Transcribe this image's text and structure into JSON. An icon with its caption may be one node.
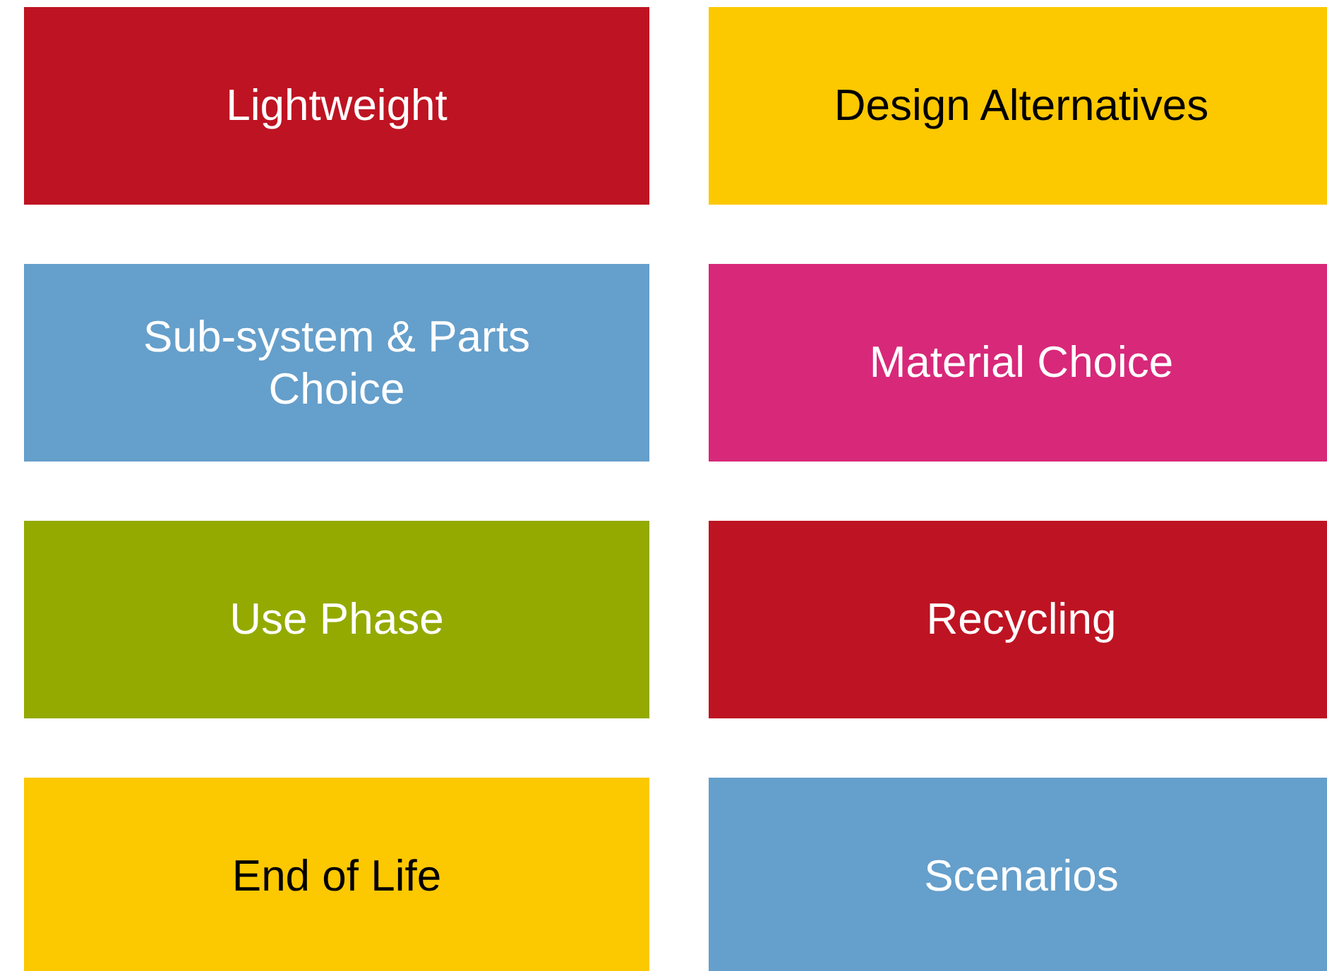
{
  "diagram": {
    "nodes": [
      {
        "text": [
          "Lightweight"
        ]
      },
      {
        "text": [
          "Design Alternatives"
        ]
      },
      {
        "text": [
          "Sub-system & Parts Choice"
        ]
      },
      {
        "text": [
          "Material Choice"
        ]
      },
      {
        "text": [
          "Use Phase"
        ]
      },
      {
        "text": [
          "Recycling"
        ]
      },
      {
        "text": [
          "End of Life"
        ]
      },
      {
        "text": [
          "Scenarios"
        ]
      }
    ]
  }
}
